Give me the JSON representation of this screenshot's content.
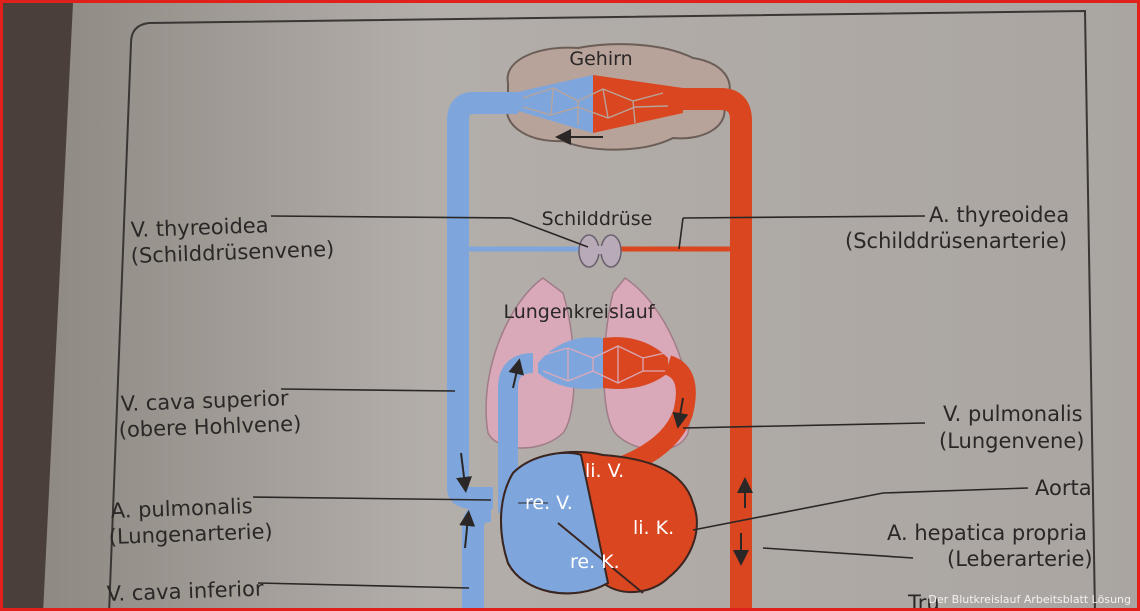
{
  "labels": {
    "brain": "Gehirn",
    "thyroid": "Schilddrüse",
    "pulmonary_circuit": "Lungenkreislauf",
    "v_thyreoidea": "V. thyreoidea",
    "v_thyreoidea_de": "(Schilddrüsenvene)",
    "a_thyreoidea": "A. thyreoidea",
    "a_thyreoidea_de": "(Schilddrüsenarterie)",
    "v_cava_superior": "V. cava superior",
    "v_cava_superior_de": "(obere Hohlvene)",
    "v_pulmonalis": "V. pulmonalis",
    "v_pulmonalis_de": "(Lungenvene)",
    "a_pulmonalis": "A. pulmonalis",
    "a_pulmonalis_de": "(Lungenarterie)",
    "aorta": "Aorta",
    "a_hepatica": "A. hepatica propria",
    "a_hepatica_de": "(Leberarterie)",
    "v_cava_inferior": "V. cava inferior",
    "truncus_partial": "Tru",
    "li_v": "li. V.",
    "re_v": "re. V.",
    "li_k": "li. K.",
    "re_k": "re. K."
  },
  "watermark": "Der Blutkreislauf Arbeitsblatt Lösung",
  "colors": {
    "venous": "#7fa6dc",
    "arterial": "#d9461f",
    "brain": "#b8a39a",
    "lung": "#d9a9b9",
    "thyroid": "#b9aab8",
    "page": "#b4afab",
    "ink": "#2a2726"
  }
}
